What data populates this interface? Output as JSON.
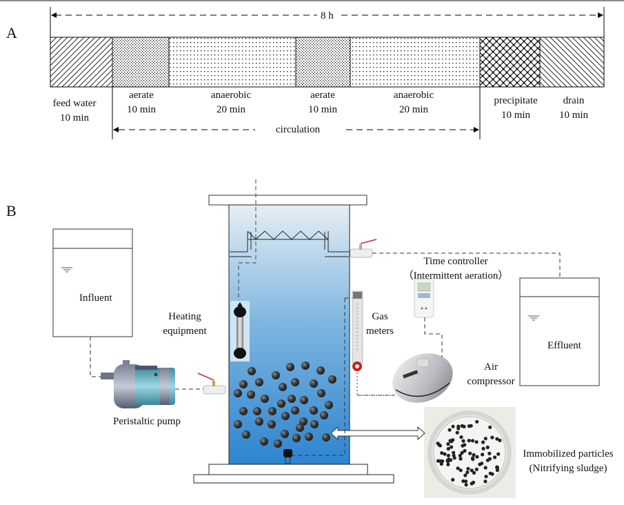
{
  "panels": {
    "a": "A",
    "b": "B"
  },
  "timeline": {
    "total_label": "8 h",
    "circulation_label": "circulation",
    "phases": [
      {
        "name": "feed water",
        "duration": "10 min",
        "pattern": "diag-forward"
      },
      {
        "name": "aerate",
        "duration": "10 min",
        "pattern": "dense-dots"
      },
      {
        "name": "anaerobic",
        "duration": "20 min",
        "pattern": "sparse-dots"
      },
      {
        "name": "aerate",
        "duration": "10 min",
        "pattern": "dense-dots"
      },
      {
        "name": "anaerobic",
        "duration": "20 min",
        "pattern": "sparse-dots"
      },
      {
        "name": "precipitate",
        "duration": "10 min",
        "pattern": "crosshatch"
      },
      {
        "name": "drain",
        "duration": "10 min",
        "pattern": "diag-back"
      }
    ]
  },
  "setup": {
    "influent": "Influent",
    "effluent": "Effluent",
    "heating": [
      "Heating",
      "equipment"
    ],
    "gas_meters": [
      "Gas",
      "meters"
    ],
    "time_controller": [
      "Time controller",
      "（Intermittent aeration）"
    ],
    "air_compressor": [
      "Air",
      "compressor"
    ],
    "pump": "Peristaltic pump",
    "particles": [
      "Immobilized particles",
      "(Nitrifying sludge)"
    ]
  },
  "colors": {
    "water_top": "#dce9f3",
    "water_bottom": "#2f86cf",
    "line": "#222222",
    "dash": "#333333"
  }
}
